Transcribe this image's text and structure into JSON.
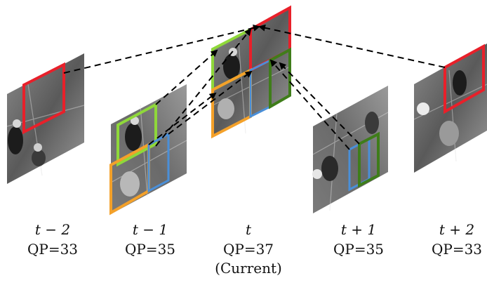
{
  "frames": [
    {
      "id": "t-2",
      "time_label": "t − 2",
      "qp_label": "QP=33",
      "note": ""
    },
    {
      "id": "t-1",
      "time_label": "t − 1",
      "qp_label": "QP=35",
      "note": ""
    },
    {
      "id": "t",
      "time_label": "t",
      "qp_label": "QP=37",
      "note": "(Current)"
    },
    {
      "id": "t+1",
      "time_label": "t + 1",
      "qp_label": "QP=35",
      "note": ""
    },
    {
      "id": "t+2",
      "time_label": "t + 2",
      "qp_label": "QP=33",
      "note": ""
    }
  ],
  "colors": {
    "red": "#e8202a",
    "green": "#8fd83a",
    "dark_green": "#3f7d1a",
    "blue": "#4a8fd8",
    "orange": "#f4a12a",
    "arrow": "#000000"
  }
}
